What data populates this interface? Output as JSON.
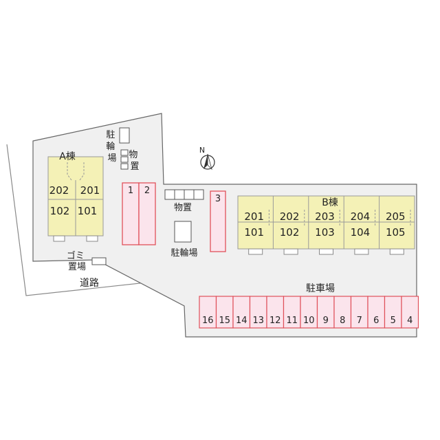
{
  "colors": {
    "lot_fill": "#f0f0f0",
    "outline": "#666666",
    "building_fill": "#f4f1b6",
    "parking_fill": "#fbe4ec",
    "parking_stroke": "#e0505a"
  },
  "road_label": "道路",
  "compass": {
    "label": "N"
  },
  "building_a": {
    "label": "A棟",
    "units_upper": [
      "202",
      "201"
    ],
    "units_lower": [
      "102",
      "101"
    ]
  },
  "building_b": {
    "label": "B棟",
    "units_upper": [
      "201",
      "202",
      "203",
      "204",
      "205"
    ],
    "units_lower": [
      "101",
      "102",
      "103",
      "104",
      "105"
    ]
  },
  "facilities": {
    "bike_shelter_a": "駐輪場",
    "storage_a": "物置",
    "storage_center": "物置",
    "bike_shelter_center": "駐輪場",
    "garbage": "ゴミ置場"
  },
  "parking": {
    "lot_label": "駐車場",
    "left_spaces": [
      "1",
      "2"
    ],
    "single_space": "3",
    "row_spaces": [
      "16",
      "15",
      "14",
      "13",
      "12",
      "11",
      "10",
      "9",
      "8",
      "7",
      "6",
      "5",
      "4"
    ]
  }
}
